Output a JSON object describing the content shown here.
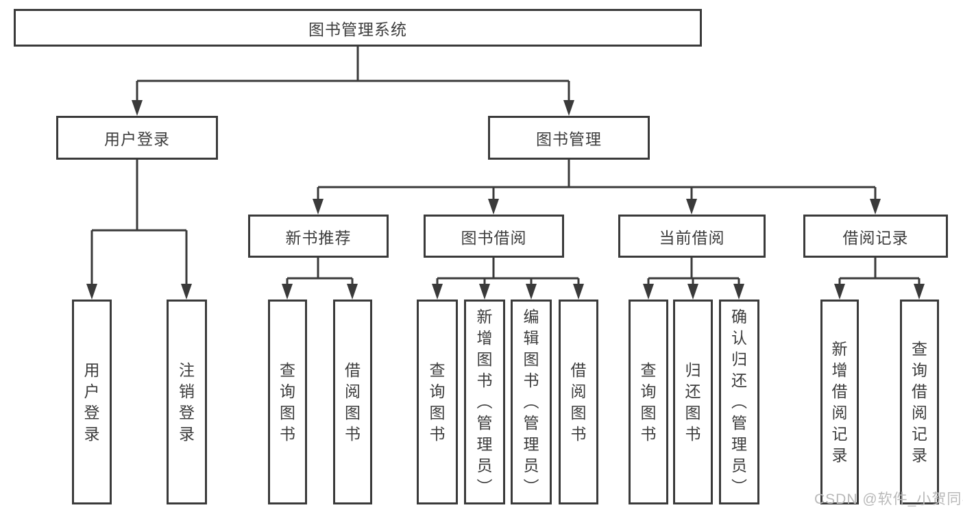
{
  "diagram": {
    "title": "图书管理系统",
    "level2": [
      {
        "label": "用户登录"
      },
      {
        "label": "图书管理"
      }
    ],
    "level3": [
      {
        "label": "新书推荐",
        "parent": "图书管理"
      },
      {
        "label": "图书借阅",
        "parent": "图书管理"
      },
      {
        "label": "当前借阅",
        "parent": "图书管理"
      },
      {
        "label": "借阅记录",
        "parent": "图书管理"
      }
    ],
    "leaves": [
      {
        "label": "用户登录",
        "parent": "用户登录"
      },
      {
        "label": "注销登录",
        "parent": "用户登录"
      },
      {
        "label": "查询图书",
        "parent": "新书推荐"
      },
      {
        "label": "借阅图书",
        "parent": "新书推荐"
      },
      {
        "label": "查询图书",
        "parent": "图书借阅"
      },
      {
        "label": "新增图书（管理员）",
        "parent": "图书借阅"
      },
      {
        "label": "编辑图书（管理员）",
        "parent": "图书借阅"
      },
      {
        "label": "借阅图书",
        "parent": "图书借阅"
      },
      {
        "label": "查询图书",
        "parent": "当前借阅"
      },
      {
        "label": "归还图书",
        "parent": "当前借阅"
      },
      {
        "label": "确认归还（管理员）",
        "parent": "当前借阅"
      },
      {
        "label": "新增借阅记录",
        "parent": "借阅记录"
      },
      {
        "label": "查询借阅记录",
        "parent": "借阅记录"
      }
    ]
  },
  "watermark": {
    "text": "CSDN @软件_小贺同学"
  },
  "colors": {
    "line": "#3a3a3a",
    "text": "#3c3c3c",
    "watermark": "#b9b9b9",
    "background": "#ffffff"
  }
}
